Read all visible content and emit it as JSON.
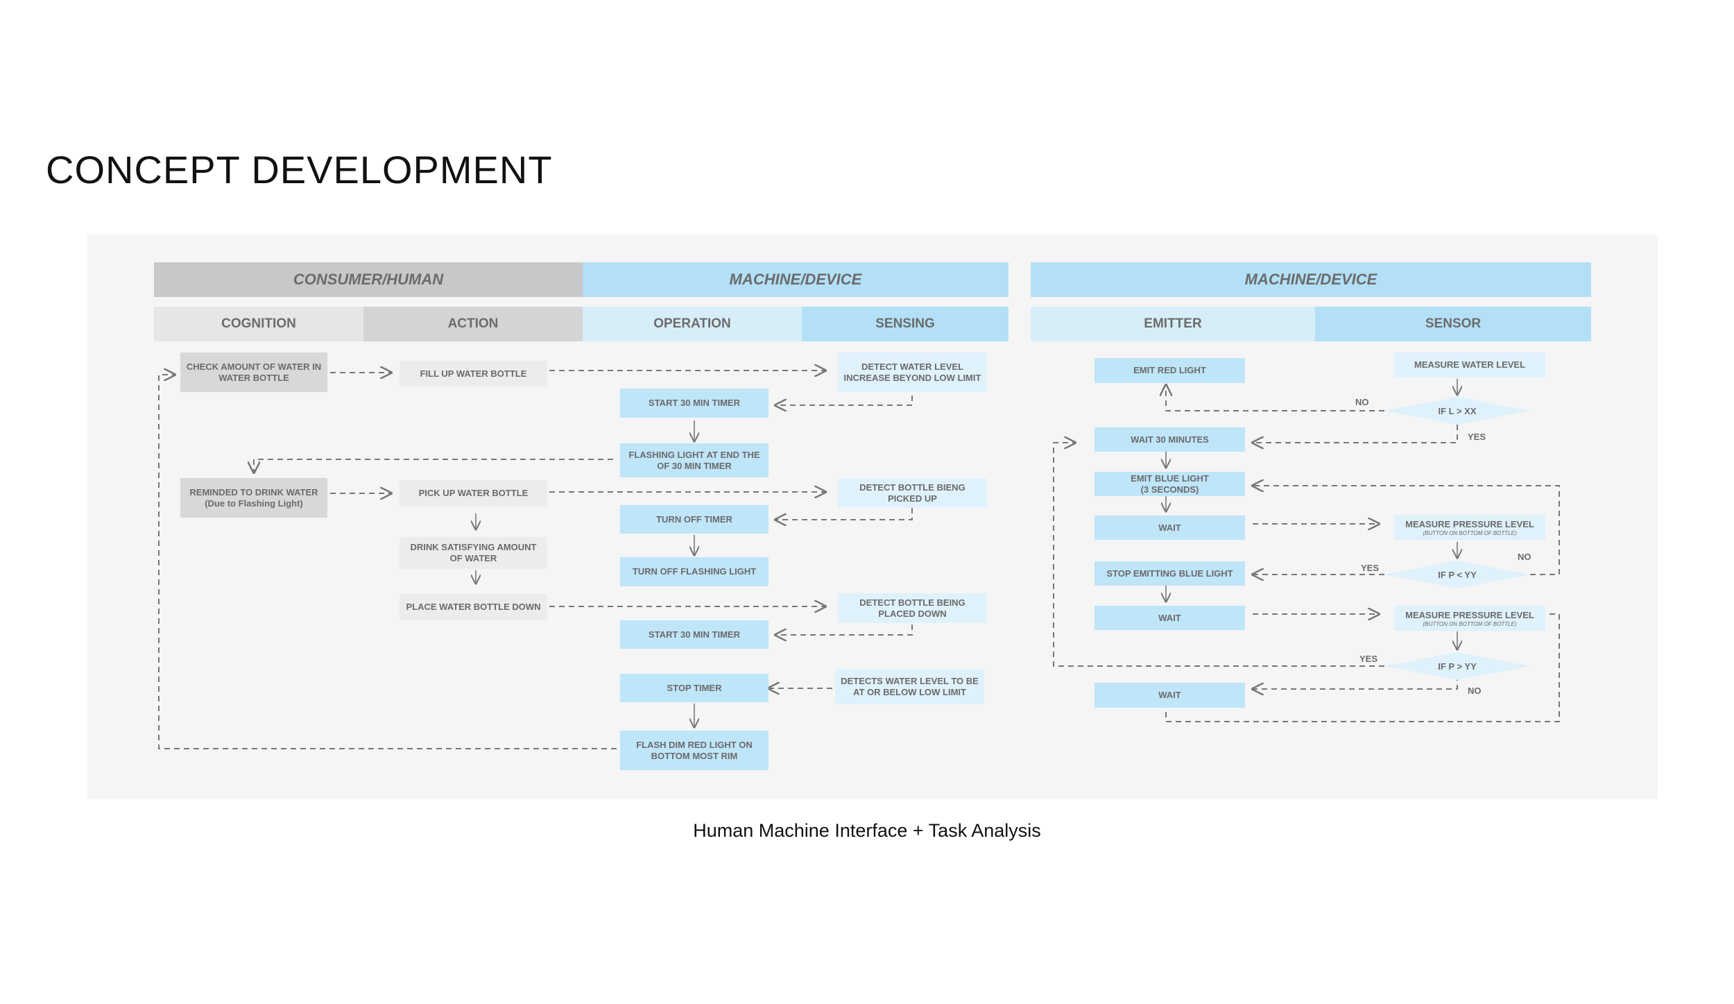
{
  "page_title": "CONCEPT DEVELOPMENT",
  "caption": "Human Machine Interface + Task Analysis",
  "headers": {
    "consumer": "CONSUMER/HUMAN",
    "machine_left": "MACHINE/DEVICE",
    "machine_right": "MACHINE/DEVICE",
    "cognition": "COGNITION",
    "action": "ACTION",
    "operation": "OPERATION",
    "sensing": "SENSING",
    "emitter": "EMITTER",
    "sensor": "SENSOR"
  },
  "left": {
    "check_water": "CHECK AMOUNT OF WATER IN WATER BOTTLE",
    "reminded": "REMINDED TO DRINK WATER",
    "reminded_sub": "(Due to Flashing Light)",
    "fill_up": "FILL UP WATER BOTTLE",
    "pick_up": "PICK UP WATER BOTTLE",
    "drink": "DRINK SATISFYING AMOUNT OF WATER",
    "place_down": "PLACE WATER BOTTLE DOWN",
    "start_timer_1": "START 30 MIN TIMER",
    "flashing_light": "FLASHING LIGHT AT END THE OF 30 MIN TIMER",
    "turn_off_timer": "TURN OFF TIMER",
    "turn_off_flash": "TURN OFF FLASHING LIGHT",
    "start_timer_2": "START 30 MIN TIMER",
    "stop_timer": "STOP TIMER",
    "flash_dim": "FLASH DIM RED LIGHT ON BOTTOM MOST RIM",
    "detect_level": "DETECT WATER LEVEL INCREASE BEYOND LOW LIMIT",
    "detect_picked": "DETECT BOTTLE BIENG PICKED UP",
    "detect_placed": "DETECT BOTTLE BEING PLACED DOWN",
    "detect_low": "DETECTS WATER LEVEL TO BE AT OR BELOW LOW LIMIT"
  },
  "right": {
    "emit_red": "EMIT RED LIGHT",
    "wait_30": "WAIT 30 MINUTES",
    "emit_blue": "EMIT BLUE LIGHT",
    "emit_blue_sub": "(3 SECONDS)",
    "wait_1": "WAIT",
    "stop_blue": "STOP  EMITTING BLUE LIGHT",
    "wait_2": "WAIT",
    "wait_3": "WAIT",
    "measure_water": "MEASURE WATER LEVEL",
    "if_l": "IF L > XX",
    "measure_pressure_1": "MEASURE PRESSURE LEVEL",
    "measure_pressure_1_sub": "(BUTTON ON BOTTOM OF BOTTLE)",
    "if_p_lt": "IF P < YY",
    "measure_pressure_2": "MEASURE PRESSURE LEVEL",
    "measure_pressure_2_sub": "(BUTTON ON BOTTOM OF BOTTLE)",
    "if_p_gt": "IF P > YY",
    "no_1": "NO",
    "yes_1": "YES",
    "yes_2": "YES",
    "no_2": "NO",
    "yes_3": "YES",
    "no_3": "NO"
  }
}
